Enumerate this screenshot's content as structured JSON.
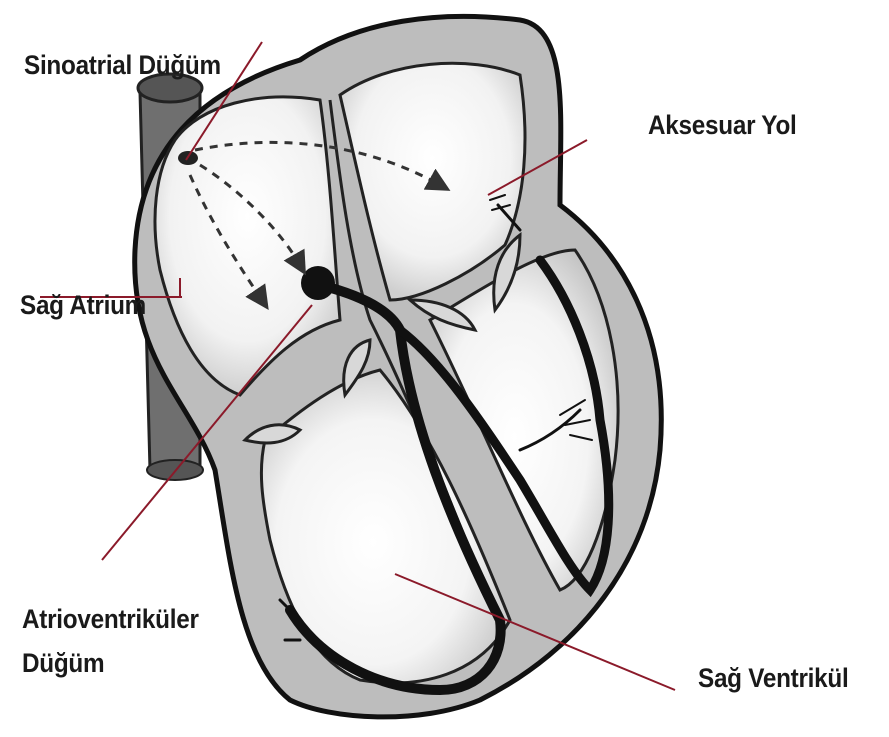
{
  "labels": {
    "sinoatrial_node": "Sinoatrial Düğüm",
    "accessory_pathway": "Aksesuar Yol",
    "right_atrium": "Sağ Atrium",
    "av_node_line1": "Atrioventriküler",
    "av_node_line2": "Düğüm",
    "right_ventricle": "Sağ Ventrikül"
  },
  "colors": {
    "leader_line": "#8b1a2a",
    "wall": "#bdbdbd",
    "conduction": "#111111"
  }
}
